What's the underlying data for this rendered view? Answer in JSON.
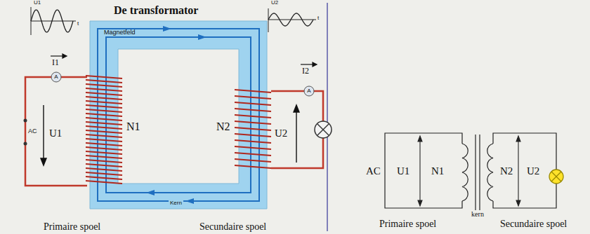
{
  "diagram": {
    "title": "De transformator",
    "labels": [
      "U1",
      "t",
      "U2",
      "t",
      "Magnetfeld",
      "I1",
      "I2",
      "AC",
      "U1",
      "N1",
      "N2",
      "U2",
      "Kern",
      "Primaire spoel",
      "Secundaire spoel",
      "AC",
      "U1",
      "N1",
      "N2",
      "U2",
      "Primaire spoel",
      "kern",
      "Secundaire spoel",
      "A",
      "A"
    ]
  }
}
